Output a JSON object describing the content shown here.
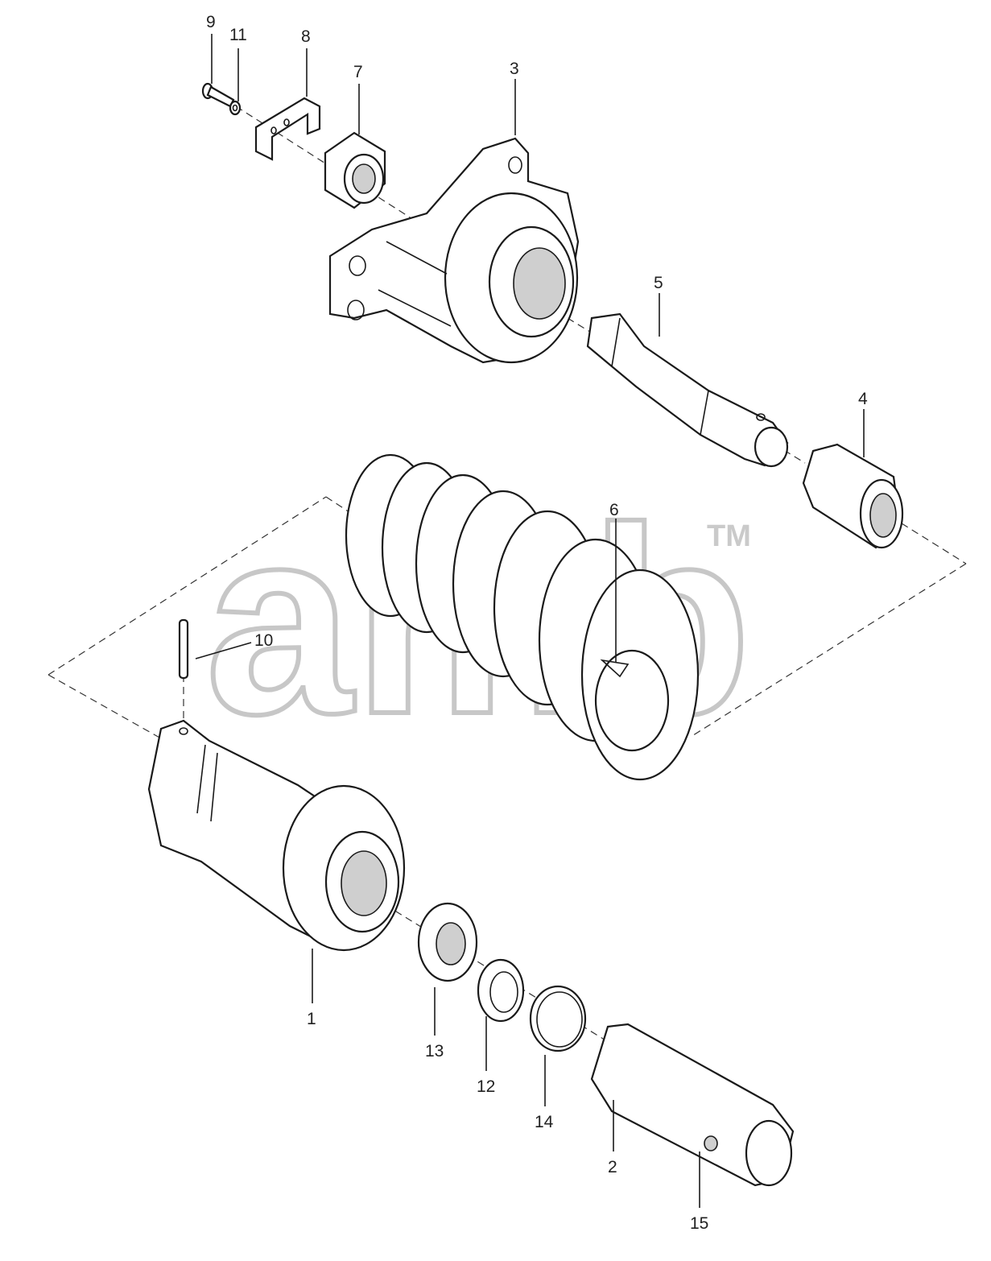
{
  "callouts": [
    {
      "id": "1",
      "label": "1"
    },
    {
      "id": "2",
      "label": "2"
    },
    {
      "id": "3",
      "label": "3"
    },
    {
      "id": "4",
      "label": "4"
    },
    {
      "id": "5",
      "label": "5"
    },
    {
      "id": "6",
      "label": "6"
    },
    {
      "id": "7",
      "label": "7"
    },
    {
      "id": "8",
      "label": "8"
    },
    {
      "id": "9",
      "label": "9"
    },
    {
      "id": "10",
      "label": "10"
    },
    {
      "id": "11",
      "label": "11"
    },
    {
      "id": "12",
      "label": "12"
    },
    {
      "id": "13",
      "label": "13"
    },
    {
      "id": "14",
      "label": "14"
    },
    {
      "id": "15",
      "label": "15"
    }
  ],
  "watermark": {
    "text": "amb",
    "trademark": "TM",
    "color": "#bfbfbf"
  },
  "colors": {
    "line": "#1a1a1a",
    "background": "#ffffff"
  }
}
